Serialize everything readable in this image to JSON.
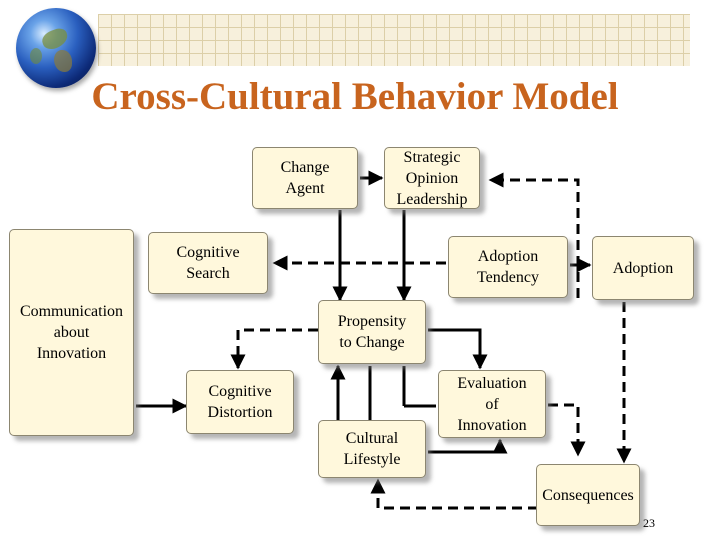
{
  "title": "Cross-Cultural Behavior Model",
  "page_number": "23",
  "colors": {
    "title": "#c8641e",
    "box_fill": "#fff8dc",
    "banner": "#f7f0dc",
    "connector": "#000000"
  },
  "nodes": {
    "change_agent": "Change\nAgent",
    "strategic_opinion_leadership": "Strategic\nOpinion\nLeadership",
    "cognitive_search": "Cognitive\nSearch",
    "adoption_tendency": "Adoption\nTendency",
    "adoption": "Adoption",
    "communication_about_innovation": "Communication\nabout\nInnovation",
    "propensity_to_change": "Propensity\nto Change",
    "cognitive_distortion": "Cognitive\nDistortion",
    "evaluation_of_innovation": "Evaluation\nof\nInnovation",
    "cultural_lifestyle": "Cultural\nLifestyle",
    "consequences": "Consequences"
  },
  "decor": {
    "globe_icon": "globe-icon"
  }
}
